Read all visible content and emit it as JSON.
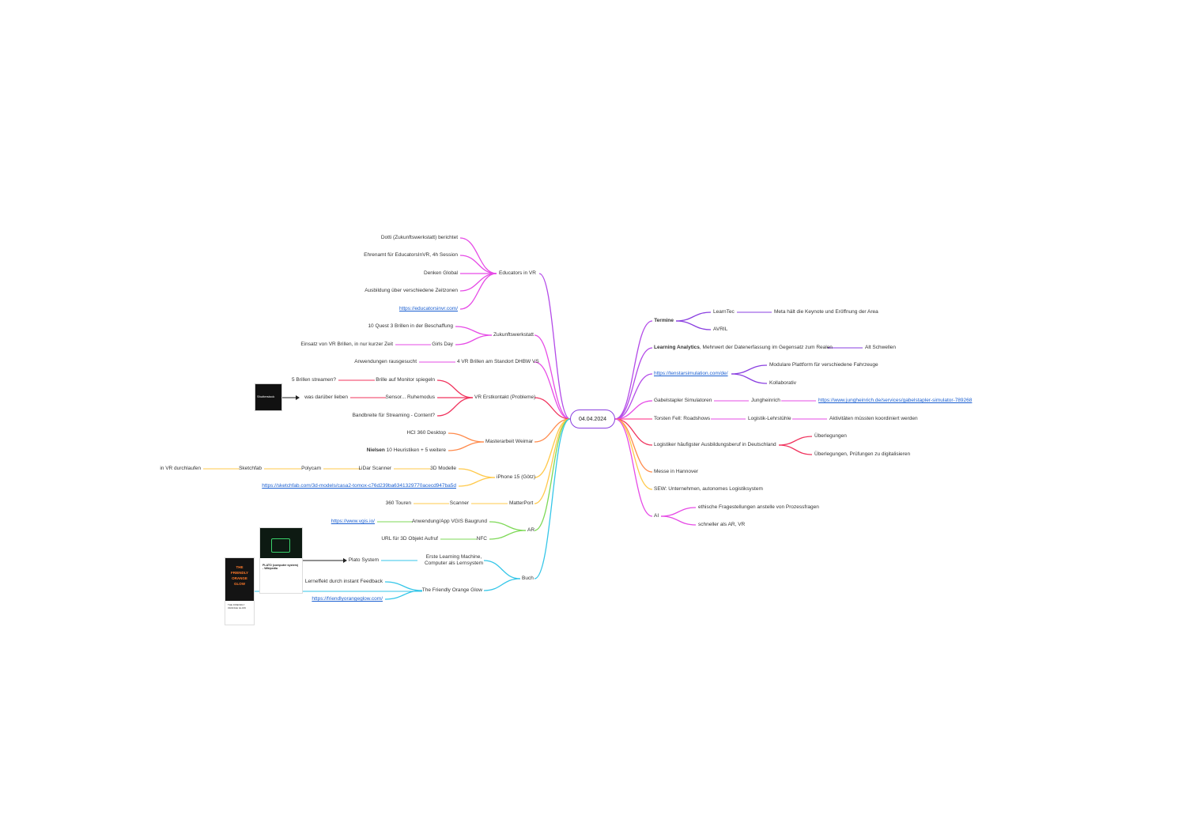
{
  "root": {
    "label": "04.04.2024"
  },
  "left": {
    "educators": {
      "label": "Educators in VR",
      "children": [
        "Dotti (Zukunftswerkstatt) berichtet",
        "Ehrenamt für EducatorsInVR, 4h Session",
        "Denken Global",
        "Ausbildung über verschiedene Zeitzonen"
      ],
      "link": "https://educatorsinvr.com/"
    },
    "zukunft": {
      "label": "Zukunftswerkstatt",
      "child1": "10 Quest 3 Brillen in der Beschaffung",
      "child2": "Girls Day",
      "child2_sub": "Einsatz von VR Brillen, in nur kurzer Zeit"
    },
    "vrbrillen": {
      "label": "4 VR Brillen am Standort DHBW VS",
      "child": "Anwendungen rausgesucht"
    },
    "vrerst": {
      "label": "VR Erstkontakt (Probleme)",
      "child1": "Brille auf Monitor spiegeln",
      "child1_sub": "5 Brillen streamen?",
      "child2": "Sensor... Ruhemodus",
      "child2_sub": "was darüber lieben",
      "child3": "Bandbreite für Streaming - Content?",
      "thumb_text": "Shutterstock"
    },
    "master": {
      "label": "Masterarbeit Weimar",
      "child1": "HCI 360 Desktop",
      "child2_bold": "Nielsen",
      "child2_rest": " 10 Heuristiken + 5 weitere"
    },
    "iphone": {
      "label": "iPhone 15 (Götz)",
      "chain": [
        "3D Modelle",
        "LiDar Scanner",
        "Polycam",
        "Sketchfab",
        "in VR durchlaufen"
      ],
      "link": "https://sketchfab.com/3d-models/casa2-tomox-c76d239ba6341329770acecd947ba5d"
    },
    "matterport": {
      "label": "MatterPort",
      "child": "Scanner",
      "child_sub": "360 Touren"
    },
    "ar": {
      "label": "AR",
      "child1": "Anwendung/App VGIS Baugrund",
      "child1_link": "https://www.vgis.io/",
      "child2": "NFC",
      "child2_sub": "URL für 3D Objekt Aufruf"
    },
    "buch": {
      "label": "Buch",
      "child1_line1": "Erste Learning Machine,",
      "child1_line2": "Computer als Lernsystem",
      "child1_sub": "Plato System",
      "child2": "The Friendly Orange Glow",
      "child2_sub": "Lerneffekt durch instant Feedback",
      "child2_link": "https://friendlyorangeglow.com/",
      "card_title": "PLATO (computer system) - Wikipedia",
      "book_title": "THE FRIENDLY ORANGE GLOW"
    }
  },
  "right": {
    "termine": {
      "label": "Termine",
      "child1": "LearnTec",
      "child1_sub": "Meta hält die Keynote und Eröffnung der Area",
      "child2": "AVRIL"
    },
    "analytics": {
      "label_bold": "Learning Analytics",
      "label_rest": ", Mehrwert der Datenerfassung im Gegensatz zum Realen",
      "child": "Alt Schwellen"
    },
    "tenstar": {
      "link": "https://tenstarsimulation.com/de/",
      "child1": "Modulare Plattform für verschiedene Fahrzeuge",
      "child2": "Kollaborativ"
    },
    "gabel": {
      "label": "Gabelstapler Simulatoren",
      "child": "Jungheinrich",
      "child_link": "https://www.jungheinrich.de/services/gabelstapler-simulator-789268"
    },
    "torsten": {
      "label": "Torsten Fell: Roadshows",
      "child": "Logistik-Lehrstühle",
      "child_sub": "Aktivitäten müssten koordiniert werden"
    },
    "logistiker": {
      "label": "Logistiker häufigster Ausbildungsberuf in Deutschland",
      "child1": "Überlegungen",
      "child2": "Überlegungen, Prüfungen zu digitalisieren"
    },
    "messe": {
      "label": "Messe in Hannover"
    },
    "sew": {
      "label": "SEW: Unternehmen, autonomes Logistiksystem"
    },
    "ai": {
      "label": "AI",
      "child1": "ethische Fragestellungen anstelle von Prozessfragen",
      "child2": "schneller als AR, VR"
    }
  },
  "colors": {
    "purple": "#b44be8",
    "magenta": "#e64be6",
    "pink": "#ff4f9b",
    "redpink": "#f0345e",
    "orange": "#ff8a4b",
    "yellow": "#ffc94b",
    "green": "#7ed957",
    "cyan": "#35c6e8",
    "violet": "#8a3fe0"
  }
}
